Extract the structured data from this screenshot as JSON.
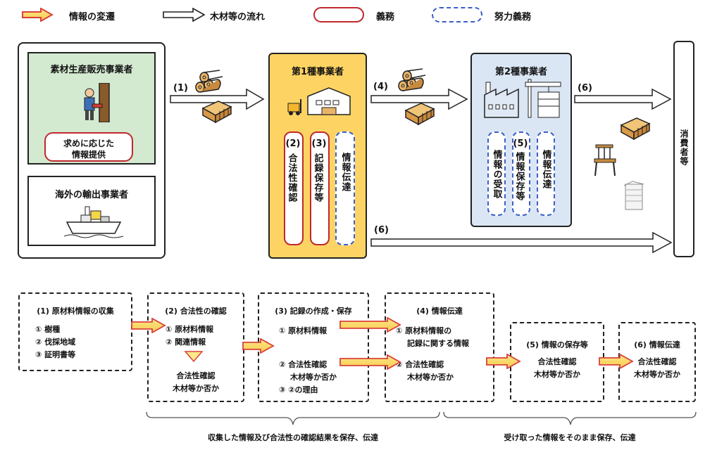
{
  "legend": {
    "info_flow": "情報の変遷",
    "wood_flow": "木材等の流れ",
    "obligation": "義務",
    "effort_obligation": "努力義務"
  },
  "left_panel": {
    "producer": {
      "title": "素材生産販売事業者",
      "note_line1": "求めに応じた",
      "note_line2": "情報提供"
    },
    "exporter": {
      "title": "海外の輸出事業者"
    }
  },
  "flow_labels": {
    "f1": "(1)",
    "f4": "(4)",
    "f6_top": "(6)",
    "f6_bottom": "(6)"
  },
  "type1": {
    "title": "第1種事業者",
    "pills": [
      {
        "num": "(2)",
        "text": "合法性確認"
      },
      {
        "num": "(3)",
        "text": "記録保存等"
      },
      {
        "num": "",
        "text": "情報伝達"
      }
    ]
  },
  "type2": {
    "title": "第2種事業者",
    "pills": [
      {
        "num": "",
        "text": "情報の受取"
      },
      {
        "num": "(5)",
        "text": "情報保存等"
      },
      {
        "num": "",
        "text": "情報伝達"
      }
    ]
  },
  "consumer": "消費者等",
  "steps": {
    "s1": {
      "title": "(1) 原材料情報の収集",
      "items": [
        "① 樹種",
        "② 伐採地域",
        "③ 証明書等"
      ]
    },
    "s2": {
      "title": "(2) 合法性の確認",
      "items": [
        "① 原材料情報",
        "② 関連情報"
      ],
      "result_line1": "合法性確認",
      "result_line2": "木材等か否か"
    },
    "s3": {
      "title": "(3) 記録の作成・保存",
      "item1": "① 原材料情報",
      "item2_line1": "② 合法性確認",
      "item2_line2": "木材等か否か",
      "item3": "③ ②の理由"
    },
    "s4": {
      "title": "(4) 情報伝達",
      "item1_line1": "① 原材料情報の",
      "item1_line2": "記録に関する情報",
      "item2_line1": "② 合法性確認",
      "item2_line2": "木材等か否か"
    },
    "s5": {
      "title": "(5) 情報の保存等",
      "line1": "合法性確認",
      "line2": "木材等か否か"
    },
    "s6": {
      "title": "(6) 情報伝達",
      "line1": "合法性確認",
      "line2": "木材等か否か"
    }
  },
  "bottom": {
    "left": "収集した情報及び合法性の確認結果を保存、伝達",
    "right": "受け取った情報をそのまま保存、伝達"
  }
}
